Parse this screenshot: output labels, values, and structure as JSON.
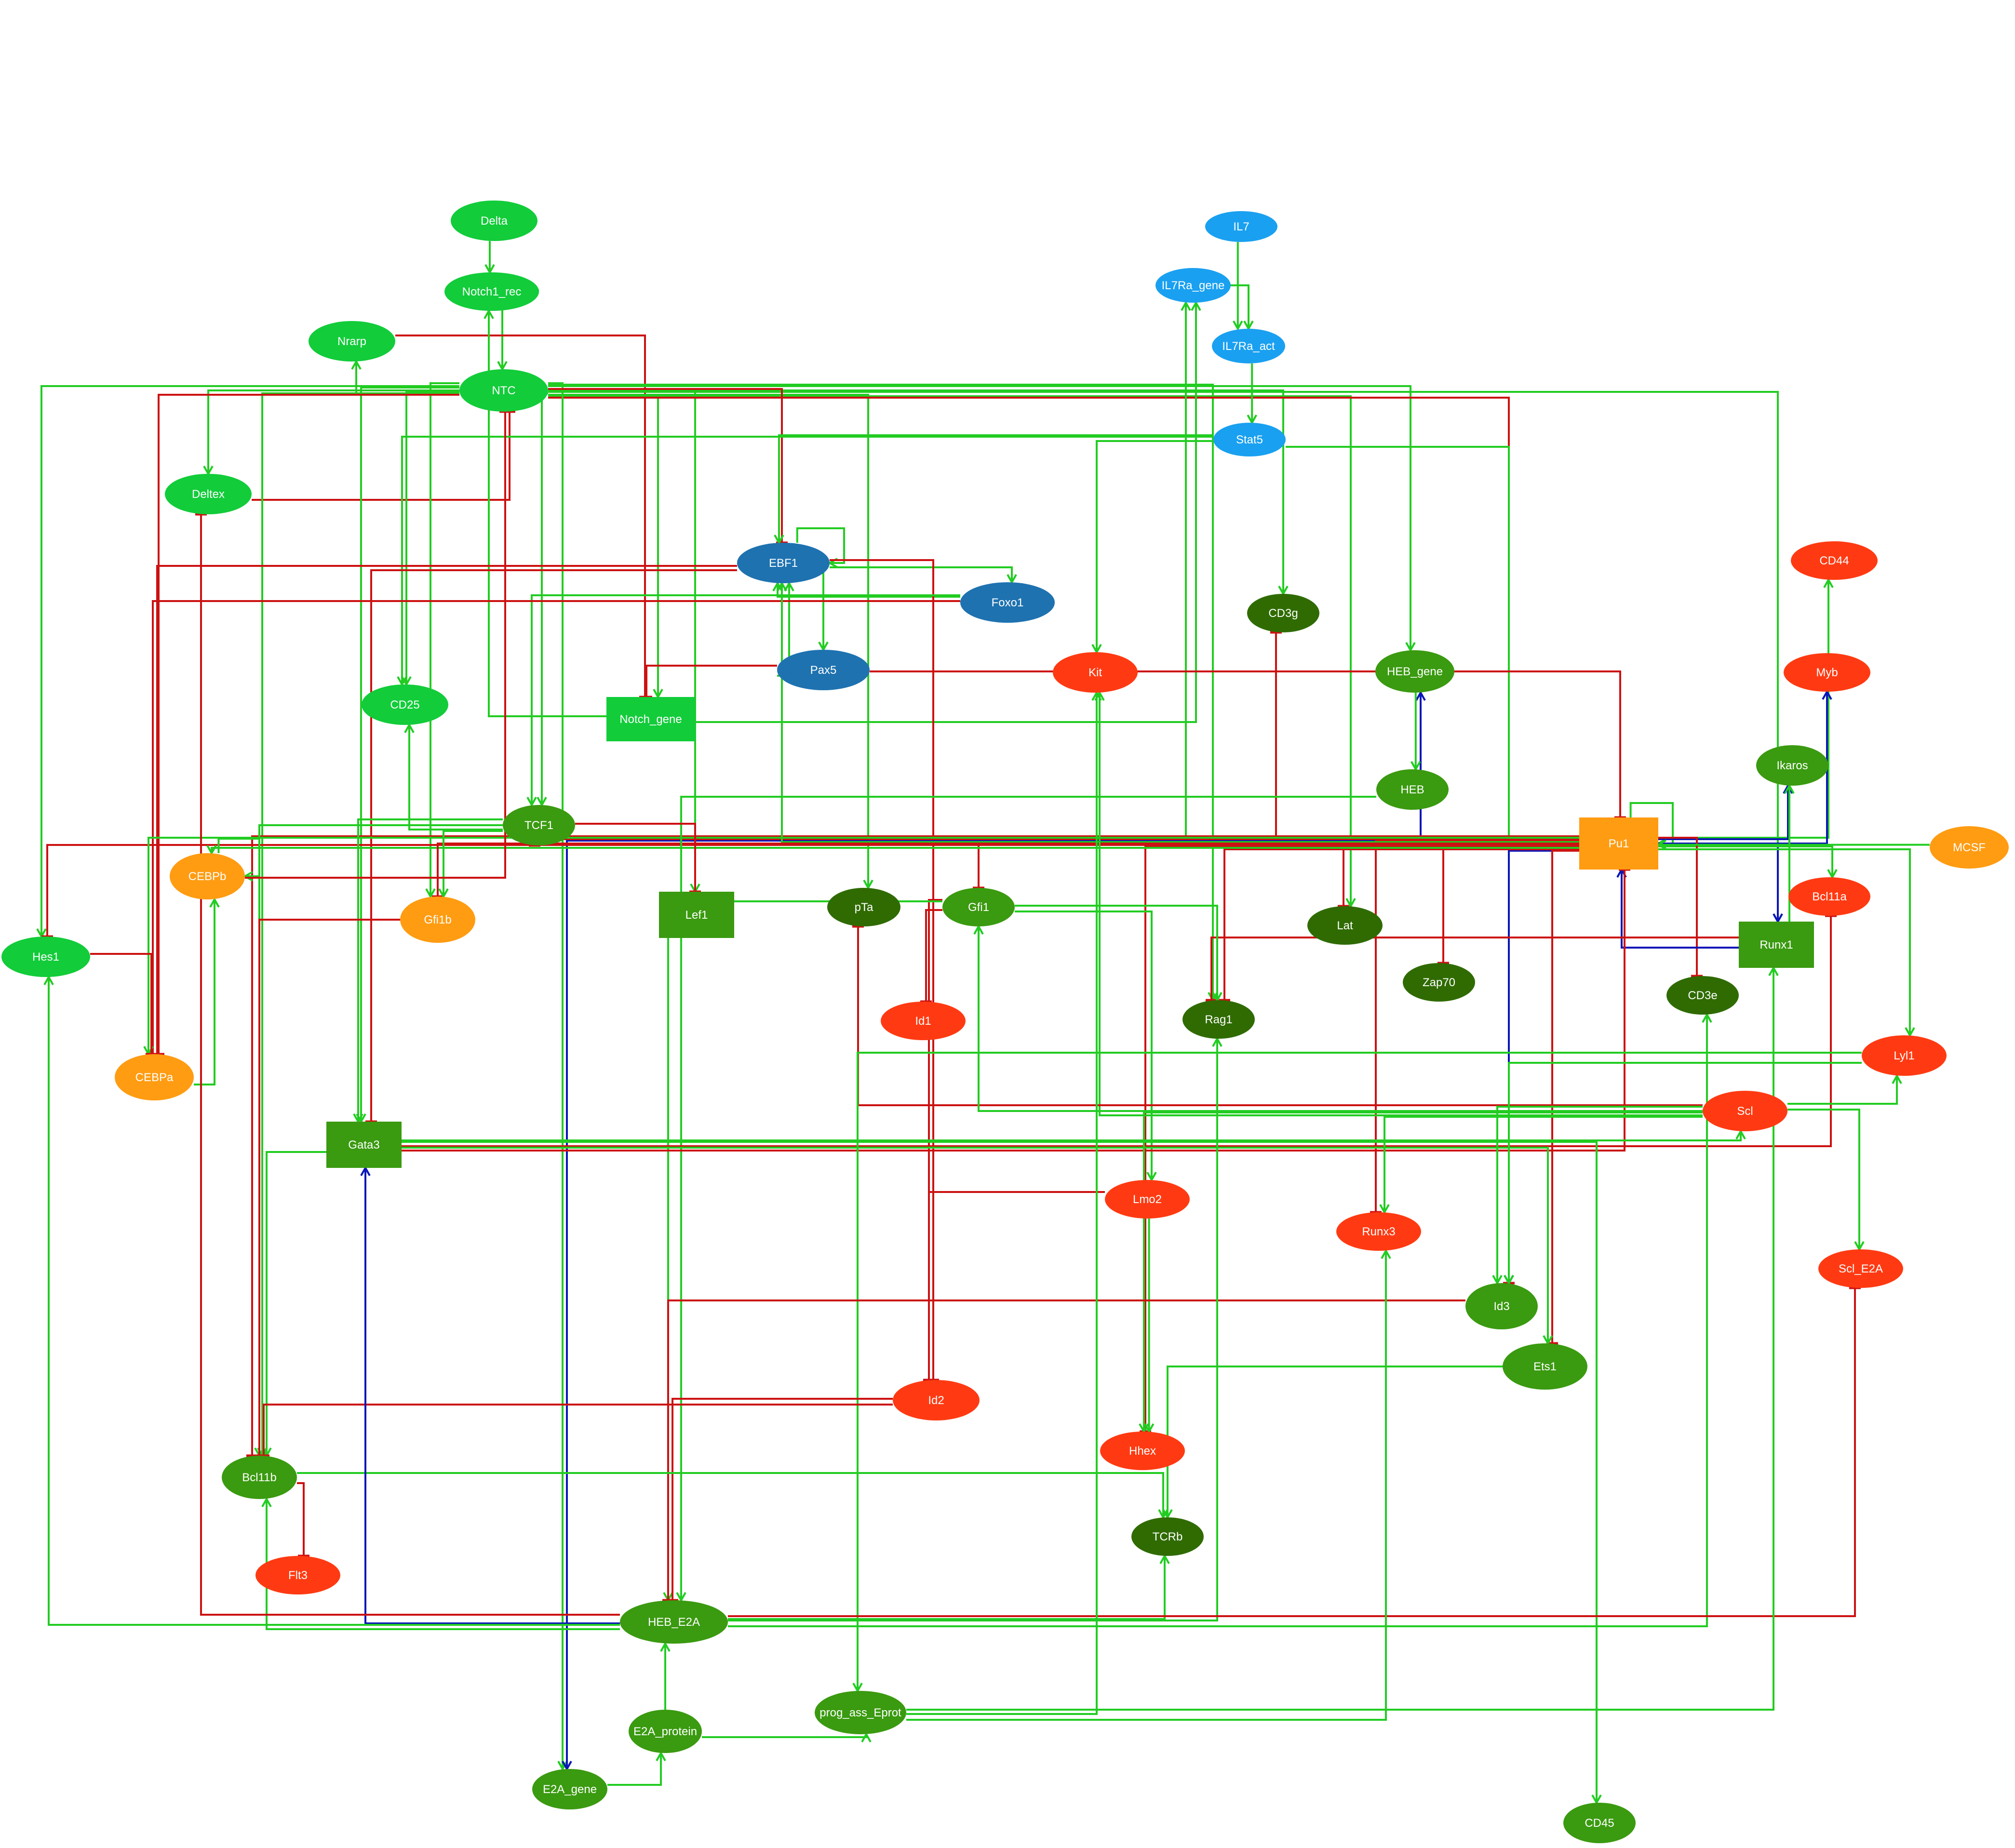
{
  "colors": {
    "activation": "#22cc22",
    "inhibition": "#cc1111",
    "il7_pathway": "#0a16b8"
  },
  "nodes": [
    {
      "id": "Delta",
      "label": "Delta",
      "shape": "ellipse",
      "color": "#12cc3a"
    },
    {
      "id": "Notch1_rec",
      "label": "Notch1_rec",
      "shape": "ellipse",
      "color": "#12cc3a"
    },
    {
      "id": "Nrarp",
      "label": "Nrarp",
      "shape": "ellipse",
      "color": "#12cc3a"
    },
    {
      "id": "NTC",
      "label": "NTC",
      "shape": "ellipse",
      "color": "#12cc3a"
    },
    {
      "id": "Deltex",
      "label": "Deltex",
      "shape": "ellipse",
      "color": "#12cc3a"
    },
    {
      "id": "Hes1",
      "label": "Hes1",
      "shape": "ellipse",
      "color": "#12cc3a"
    },
    {
      "id": "CD25",
      "label": "CD25",
      "shape": "ellipse",
      "color": "#12cc3a"
    },
    {
      "id": "Notch_gene",
      "label": "Notch_gene",
      "shape": "rect",
      "color": "#12cc3a"
    },
    {
      "id": "IL7",
      "label": "IL7",
      "shape": "ellipse",
      "color": "#1aa0f0"
    },
    {
      "id": "IL7Ra_gene",
      "label": "IL7Ra_gene",
      "shape": "ellipse",
      "color": "#1aa0f0"
    },
    {
      "id": "IL7Ra_act",
      "label": "IL7Ra_act",
      "shape": "ellipse",
      "color": "#1aa0f0"
    },
    {
      "id": "Stat5",
      "label": "Stat5",
      "shape": "ellipse",
      "color": "#1aa0f0"
    },
    {
      "id": "EBF1",
      "label": "EBF1",
      "shape": "ellipse",
      "color": "#1e72b0"
    },
    {
      "id": "Foxo1",
      "label": "Foxo1",
      "shape": "ellipse",
      "color": "#1e72b0"
    },
    {
      "id": "Pax5",
      "label": "Pax5",
      "shape": "ellipse",
      "color": "#1e72b0"
    },
    {
      "id": "CD3g",
      "label": "CD3g",
      "shape": "ellipse",
      "color": "#2f6b00"
    },
    {
      "id": "Kit",
      "label": "Kit",
      "shape": "ellipse",
      "color": "#ff3a12"
    },
    {
      "id": "HEB_gene",
      "label": "HEB_gene",
      "shape": "ellipse",
      "color": "#3a9a10"
    },
    {
      "id": "CD44",
      "label": "CD44",
      "shape": "ellipse",
      "color": "#ff3a12"
    },
    {
      "id": "Myb",
      "label": "Myb",
      "shape": "ellipse",
      "color": "#ff3a12"
    },
    {
      "id": "HEB",
      "label": "HEB",
      "shape": "ellipse",
      "color": "#3a9a10"
    },
    {
      "id": "Ikaros",
      "label": "Ikaros",
      "shape": "ellipse",
      "color": "#3a9a10"
    },
    {
      "id": "TCF1",
      "label": "TCF1",
      "shape": "ellipse",
      "color": "#3a9a10"
    },
    {
      "id": "Pu1",
      "label": "Pu1",
      "shape": "rect",
      "color": "#ff9c12"
    },
    {
      "id": "MCSF",
      "label": "MCSF",
      "shape": "ellipse",
      "color": "#ff9c12"
    },
    {
      "id": "CEBPb",
      "label": "CEBPb",
      "shape": "ellipse",
      "color": "#ff9c12"
    },
    {
      "id": "Gfi1b",
      "label": "Gfi1b",
      "shape": "ellipse",
      "color": "#ff9c12"
    },
    {
      "id": "Lef1",
      "label": "Lef1",
      "shape": "rect",
      "color": "#3a9a10"
    },
    {
      "id": "pTa",
      "label": "pTa",
      "shape": "ellipse",
      "color": "#2f6b00"
    },
    {
      "id": "Gfi1",
      "label": "Gfi1",
      "shape": "ellipse",
      "color": "#3a9a10"
    },
    {
      "id": "Lat",
      "label": "Lat",
      "shape": "ellipse",
      "color": "#2f6b00"
    },
    {
      "id": "Bcl11a",
      "label": "Bcl11a",
      "shape": "ellipse",
      "color": "#ff3a12"
    },
    {
      "id": "Runx1",
      "label": "Runx1",
      "shape": "rect",
      "color": "#3a9a10"
    },
    {
      "id": "Id1",
      "label": "Id1",
      "shape": "ellipse",
      "color": "#ff3a12"
    },
    {
      "id": "Zap70",
      "label": "Zap70",
      "shape": "ellipse",
      "color": "#2f6b00"
    },
    {
      "id": "CD3e",
      "label": "CD3e",
      "shape": "ellipse",
      "color": "#2f6b00"
    },
    {
      "id": "Rag1",
      "label": "Rag1",
      "shape": "ellipse",
      "color": "#2f6b00"
    },
    {
      "id": "CEBPa",
      "label": "CEBPa",
      "shape": "ellipse",
      "color": "#ff9c12"
    },
    {
      "id": "Lyl1",
      "label": "Lyl1",
      "shape": "ellipse",
      "color": "#ff3a12"
    },
    {
      "id": "Scl",
      "label": "Scl",
      "shape": "ellipse",
      "color": "#ff3a12"
    },
    {
      "id": "Gata3",
      "label": "Gata3",
      "shape": "rect",
      "color": "#3a9a10"
    },
    {
      "id": "Lmo2",
      "label": "Lmo2",
      "shape": "ellipse",
      "color": "#ff3a12"
    },
    {
      "id": "Runx3",
      "label": "Runx3",
      "shape": "ellipse",
      "color": "#ff3a12"
    },
    {
      "id": "Scl_E2A",
      "label": "Scl_E2A",
      "shape": "ellipse",
      "color": "#ff3a12"
    },
    {
      "id": "Id3",
      "label": "Id3",
      "shape": "ellipse",
      "color": "#3a9a10"
    },
    {
      "id": "Ets1",
      "label": "Ets1",
      "shape": "ellipse",
      "color": "#3a9a10"
    },
    {
      "id": "Id2",
      "label": "Id2",
      "shape": "ellipse",
      "color": "#ff3a12"
    },
    {
      "id": "Hhex",
      "label": "Hhex",
      "shape": "ellipse",
      "color": "#ff3a12"
    },
    {
      "id": "Bcl11b",
      "label": "Bcl11b",
      "shape": "ellipse",
      "color": "#3a9a10"
    },
    {
      "id": "Flt3",
      "label": "Flt3",
      "shape": "ellipse",
      "color": "#ff3a12"
    },
    {
      "id": "TCRb",
      "label": "TCRb",
      "shape": "ellipse",
      "color": "#2f6b00"
    },
    {
      "id": "HEB_E2A",
      "label": "HEB_E2A",
      "shape": "ellipse",
      "color": "#3a9a10"
    },
    {
      "id": "E2A_protein",
      "label": "E2A_protein",
      "shape": "ellipse",
      "color": "#3a9a10"
    },
    {
      "id": "prog_ass_Eprot",
      "label": "prog_ass_Eprot",
      "shape": "ellipse",
      "color": "#3a9a10"
    },
    {
      "id": "E2A_gene",
      "label": "E2A_gene",
      "shape": "ellipse",
      "color": "#3a9a10"
    },
    {
      "id": "CD45",
      "label": "CD45",
      "shape": "ellipse",
      "color": "#3a9a10"
    }
  ],
  "edges": [
    {
      "from": "Delta",
      "to": "Notch1_rec",
      "type": "activation"
    },
    {
      "from": "Notch1_rec",
      "to": "NTC",
      "type": "activation"
    },
    {
      "from": "NTC",
      "to": "Nrarp",
      "type": "activation"
    },
    {
      "from": "Nrarp",
      "to": "Notch_gene",
      "type": "inhibition"
    },
    {
      "from": "NTC",
      "to": "Deltex",
      "type": "activation"
    },
    {
      "from": "Deltex",
      "to": "NTC",
      "type": "inhibition"
    },
    {
      "from": "NTC",
      "to": "Hes1",
      "type": "activation"
    },
    {
      "from": "NTC",
      "to": "CD25",
      "type": "activation"
    },
    {
      "from": "NTC",
      "to": "Notch_gene",
      "type": "activation"
    },
    {
      "from": "Notch_gene",
      "to": "Notch1_rec",
      "type": "activation"
    },
    {
      "from": "NTC",
      "to": "TCF1",
      "type": "activation"
    },
    {
      "from": "NTC",
      "to": "Gfi1b",
      "type": "activation"
    },
    {
      "from": "NTC",
      "to": "Lef1",
      "type": "activation"
    },
    {
      "from": "NTC",
      "to": "pTa",
      "type": "activation"
    },
    {
      "from": "NTC",
      "to": "Rag1",
      "type": "activation"
    },
    {
      "from": "NTC",
      "to": "CD3g",
      "type": "activation"
    },
    {
      "from": "NTC",
      "to": "Lat",
      "type": "activation"
    },
    {
      "from": "NTC",
      "to": "HEB_gene",
      "type": "activation"
    },
    {
      "from": "NTC",
      "to": "Runx1",
      "type": "activation"
    },
    {
      "from": "NTC",
      "to": "Id3",
      "type": "inhibition"
    },
    {
      "from": "NTC",
      "to": "Gata3",
      "type": "activation"
    },
    {
      "from": "NTC",
      "to": "Bcl11b",
      "type": "activation"
    },
    {
      "from": "NTC",
      "to": "E2A_gene",
      "type": "activation"
    },
    {
      "from": "NTC",
      "to": "EBF1",
      "type": "inhibition"
    },
    {
      "from": "NTC",
      "to": "CEBPa",
      "type": "inhibition"
    },
    {
      "from": "IL7",
      "to": "IL7Ra_act",
      "type": "activation"
    },
    {
      "from": "IL7Ra_gene",
      "to": "IL7Ra_act",
      "type": "activation"
    },
    {
      "from": "IL7Ra_act",
      "to": "Stat5",
      "type": "activation"
    },
    {
      "from": "Stat5",
      "to": "EBF1",
      "type": "activation"
    },
    {
      "from": "Stat5",
      "to": "Kit",
      "type": "activation"
    },
    {
      "from": "Stat5",
      "to": "Id3",
      "type": "activation"
    },
    {
      "from": "Stat5",
      "to": "CD25",
      "type": "activation"
    },
    {
      "from": "Notch_gene",
      "to": "IL7Ra_gene",
      "type": "activation"
    },
    {
      "from": "Pu1",
      "to": "IL7Ra_gene",
      "type": "activation"
    },
    {
      "from": "EBF1",
      "to": "EBF1",
      "type": "activation"
    },
    {
      "from": "EBF1",
      "to": "Foxo1",
      "type": "activation"
    },
    {
      "from": "Foxo1",
      "to": "EBF1",
      "type": "activation"
    },
    {
      "from": "EBF1",
      "to": "Pax5",
      "type": "activation"
    },
    {
      "from": "Pax5",
      "to": "EBF1",
      "type": "activation"
    },
    {
      "from": "Pax5",
      "to": "Notch_gene",
      "type": "inhibition"
    },
    {
      "from": "Pax5",
      "to": "Pu1",
      "type": "inhibition"
    },
    {
      "from": "EBF1",
      "to": "Gata3",
      "type": "inhibition"
    },
    {
      "from": "EBF1",
      "to": "Id2",
      "type": "inhibition"
    },
    {
      "from": "EBF1",
      "to": "CEBPa",
      "type": "inhibition"
    },
    {
      "from": "Foxo1",
      "to": "TCF1",
      "type": "activation"
    },
    {
      "from": "Foxo1",
      "to": "CEBPa",
      "type": "inhibition"
    },
    {
      "from": "Pu1",
      "to": "Pu1",
      "type": "activation"
    },
    {
      "from": "Pu1",
      "to": "CD44",
      "type": "activation"
    },
    {
      "from": "Pu1",
      "to": "Myb",
      "type": "il7_pathway"
    },
    {
      "from": "Pu1",
      "to": "HEB_gene",
      "type": "il7_pathway"
    },
    {
      "from": "Pu1",
      "to": "Ikaros",
      "type": "il7_pathway"
    },
    {
      "from": "Pu1",
      "to": "Runx1",
      "type": "il7_pathway"
    },
    {
      "from": "Pu1",
      "to": "Id3",
      "type": "il7_pathway"
    },
    {
      "from": "Pu1",
      "to": "E2A_gene",
      "type": "il7_pathway"
    },
    {
      "from": "Pu1",
      "to": "Bcl11a",
      "type": "activation"
    },
    {
      "from": "Pu1",
      "to": "CD3g",
      "type": "inhibition"
    },
    {
      "from": "Pu1",
      "to": "Lat",
      "type": "inhibition"
    },
    {
      "from": "Pu1",
      "to": "Zap70",
      "type": "inhibition"
    },
    {
      "from": "Pu1",
      "to": "CD3e",
      "type": "inhibition"
    },
    {
      "from": "Pu1",
      "to": "Gfi1",
      "type": "inhibition"
    },
    {
      "from": "Pu1",
      "to": "Rag1",
      "type": "inhibition"
    },
    {
      "from": "Pu1",
      "to": "TCF1",
      "type": "inhibition"
    },
    {
      "from": "Pu1",
      "to": "Hes1",
      "type": "inhibition"
    },
    {
      "from": "Pu1",
      "to": "Ets1",
      "type": "inhibition"
    },
    {
      "from": "Pu1",
      "to": "Runx3",
      "type": "inhibition"
    },
    {
      "from": "Pu1",
      "to": "Hhex",
      "type": "inhibition"
    },
    {
      "from": "Pu1",
      "to": "Bcl11b",
      "type": "inhibition"
    },
    {
      "from": "Pu1",
      "to": "EBF1",
      "type": "activation"
    },
    {
      "from": "Pu1",
      "to": "CEBPb",
      "type": "activation"
    },
    {
      "from": "Pu1",
      "to": "CEBPa",
      "type": "activation"
    },
    {
      "from": "Pu1",
      "to": "Gfi1b",
      "type": "inhibition"
    },
    {
      "from": "Pu1",
      "to": "Lyl1",
      "type": "activation"
    },
    {
      "from": "MCSF",
      "to": "Pu1",
      "type": "activation"
    },
    {
      "from": "HEB_gene",
      "to": "HEB",
      "type": "activation"
    },
    {
      "from": "HEB",
      "to": "HEB_E2A",
      "type": "activation"
    },
    {
      "from": "Runx1",
      "to": "Ikaros",
      "type": "activation"
    },
    {
      "from": "Runx1",
      "to": "Pu1",
      "type": "il7_pathway"
    },
    {
      "from": "Runx1",
      "to": "Rag1",
      "type": "inhibition"
    },
    {
      "from": "TCF1",
      "to": "Lef1",
      "type": "inhibition"
    },
    {
      "from": "TCF1",
      "to": "CD25",
      "type": "activation"
    },
    {
      "from": "TCF1",
      "to": "Gata3",
      "type": "activation"
    },
    {
      "from": "TCF1",
      "to": "Bcl11b",
      "type": "activation"
    },
    {
      "from": "TCF1",
      "to": "Gfi1b",
      "type": "activation"
    },
    {
      "from": "CEBPb",
      "to": "CEBPb",
      "type": "activation"
    },
    {
      "from": "CEBPb",
      "to": "NTC",
      "type": "inhibition"
    },
    {
      "from": "CEBPa",
      "to": "CEBPb",
      "type": "activation"
    },
    {
      "from": "Hes1",
      "to": "CEBPa",
      "type": "inhibition"
    },
    {
      "from": "Gfi1",
      "to": "Id1",
      "type": "inhibition"
    },
    {
      "from": "Gfi1",
      "to": "Id2",
      "type": "inhibition"
    },
    {
      "from": "Gfi1",
      "to": "Rag1",
      "type": "activation"
    },
    {
      "from": "Gfi1",
      "to": "Lmo2",
      "type": "activation"
    },
    {
      "from": "Gfi1",
      "to": "HEB_E2A",
      "type": "activation"
    },
    {
      "from": "Gfi1b",
      "to": "Bcl11b",
      "type": "inhibition"
    },
    {
      "from": "Gata3",
      "to": "Pu1",
      "type": "inhibition"
    },
    {
      "from": "Gata3",
      "to": "Scl",
      "type": "activation"
    },
    {
      "from": "Gata3",
      "to": "Bcl11a",
      "type": "inhibition"
    },
    {
      "from": "Gata3",
      "to": "Bcl11b",
      "type": "activation"
    },
    {
      "from": "Gata3",
      "to": "CD45",
      "type": "activation"
    },
    {
      "from": "Gata3",
      "to": "Ets1",
      "type": "activation"
    },
    {
      "from": "Scl",
      "to": "Lyl1",
      "type": "activation"
    },
    {
      "from": "Scl",
      "to": "Scl_E2A",
      "type": "activation"
    },
    {
      "from": "Scl",
      "to": "Kit",
      "type": "activation"
    },
    {
      "from": "Scl",
      "to": "pTa",
      "type": "inhibition"
    },
    {
      "from": "Scl",
      "to": "Gfi1",
      "type": "activation"
    },
    {
      "from": "Scl",
      "to": "Runx3",
      "type": "activation"
    },
    {
      "from": "Scl",
      "to": "Id3",
      "type": "activation"
    },
    {
      "from": "Scl",
      "to": "Hhex",
      "type": "activation"
    },
    {
      "from": "Lyl1",
      "to": "Id3",
      "type": "activation"
    },
    {
      "from": "Lyl1",
      "to": "prog_ass_Eprot",
      "type": "activation"
    },
    {
      "from": "Lmo2",
      "to": "Hhex",
      "type": "activation"
    },
    {
      "from": "Lmo2",
      "to": "Id2",
      "type": "inhibition"
    },
    {
      "from": "Id2",
      "to": "HEB_E2A",
      "type": "inhibition"
    },
    {
      "from": "Id2",
      "to": "Bcl11b",
      "type": "inhibition"
    },
    {
      "from": "Id3",
      "to": "HEB_E2A",
      "type": "inhibition"
    },
    {
      "from": "Ets1",
      "to": "TCRb",
      "type": "activation"
    },
    {
      "from": "Bcl11b",
      "to": "Flt3",
      "type": "inhibition"
    },
    {
      "from": "Bcl11b",
      "to": "TCRb",
      "type": "activation"
    },
    {
      "from": "HEB_E2A",
      "to": "Gata3",
      "type": "il7_pathway"
    },
    {
      "from": "HEB_E2A",
      "to": "Bcl11b",
      "type": "activation"
    },
    {
      "from": "HEB_E2A",
      "to": "TCRb",
      "type": "activation"
    },
    {
      "from": "HEB_E2A",
      "to": "Hes1",
      "type": "activation"
    },
    {
      "from": "HEB_E2A",
      "to": "Deltex",
      "type": "inhibition"
    },
    {
      "from": "HEB_E2A",
      "to": "Rag1",
      "type": "activation"
    },
    {
      "from": "HEB_E2A",
      "to": "CD3e",
      "type": "activation"
    },
    {
      "from": "HEB_E2A",
      "to": "Scl_E2A",
      "type": "inhibition"
    },
    {
      "from": "E2A_protein",
      "to": "HEB_E2A",
      "type": "activation"
    },
    {
      "from": "E2A_protein",
      "to": "prog_ass_Eprot",
      "type": "activation"
    },
    {
      "from": "E2A_gene",
      "to": "E2A_protein",
      "type": "activation"
    },
    {
      "from": "prog_ass_Eprot",
      "to": "Kit",
      "type": "activation"
    },
    {
      "from": "prog_ass_Eprot",
      "to": "Runx3",
      "type": "activation"
    },
    {
      "from": "prog_ass_Eprot",
      "to": "Runx1",
      "type": "activation"
    }
  ]
}
